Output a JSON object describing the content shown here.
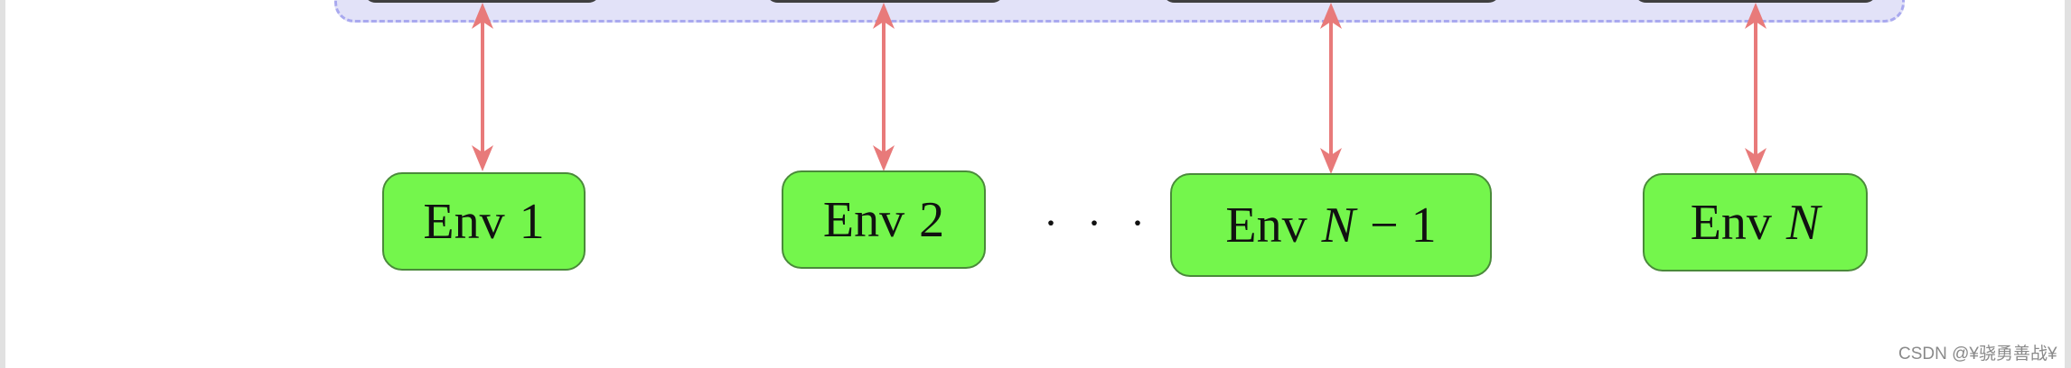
{
  "diagram": {
    "top_group": {
      "fill_color": "#e2e2f8",
      "border_color": "#a9a9ef",
      "border_style": "dashed",
      "boxes_visible": 4
    },
    "arrow_color": "#e87a7a",
    "arrow_type": "bidirectional",
    "env_box_color": "#74f64c",
    "env_nodes": [
      {
        "prefix": "Env",
        "label": "1",
        "math": ""
      },
      {
        "prefix": "Env",
        "label": "2",
        "math": ""
      },
      {
        "prefix": "Env",
        "label": "",
        "math": "N",
        "suffix": "− 1"
      },
      {
        "prefix": "Env",
        "label": "",
        "math": "N",
        "suffix": ""
      }
    ],
    "ellipsis": "· · ·"
  },
  "watermark": "CSDN @¥骁勇善战¥"
}
